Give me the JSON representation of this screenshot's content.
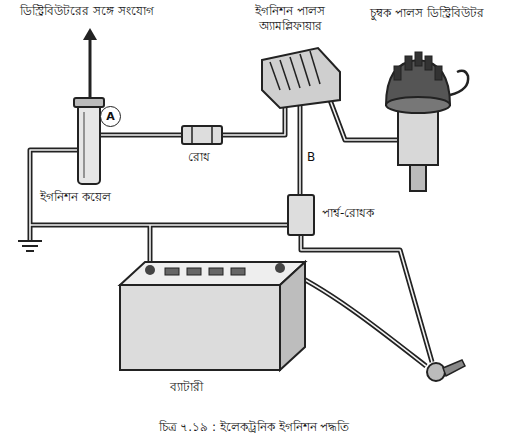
{
  "diagram": {
    "caption": "চিত্র ৭.১৯ : ইলেকট্রনিক ইগনিশন পদ্ধতি",
    "nodes": [
      {
        "text": [
          "A"
        ]
      }
    ],
    "labels": [
      "ডিস্ট্রিবিউটরের সঙ্গে সংযোগ",
      "ইগনিশন কয়েল",
      "রোধ",
      "ইগনিশন পালস অ্যামপ্লিফায়ার",
      "চুম্বক পালস ডিস্ট্রিবিউটর",
      "B",
      "পার্শ্ব-রোধক",
      "ব্যাটারী"
    ]
  }
}
